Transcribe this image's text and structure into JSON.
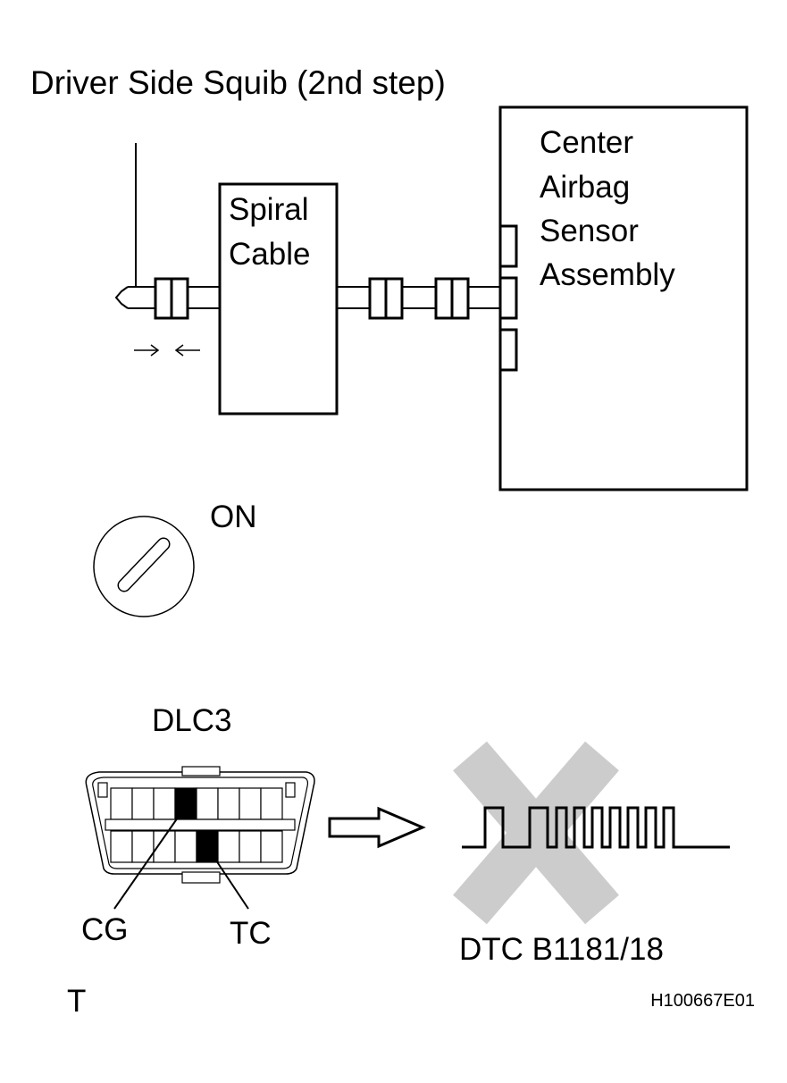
{
  "squib": {
    "title": "Driver Side Squib (2nd step)"
  },
  "spiral_cable": {
    "line1": "Spiral",
    "line2": "Cable"
  },
  "sensor": {
    "line1": "Center",
    "line2": "Airbag",
    "line3": "Sensor",
    "line4": "Assembly"
  },
  "ignition": {
    "label": "ON"
  },
  "dlc": {
    "title": "DLC3",
    "pin_cg": "CG",
    "pin_tc": "TC"
  },
  "dtc": {
    "label": "DTC B1181/18",
    "overlay_color": "#cccccc"
  },
  "footer": {
    "left_mark": "T",
    "figure_code": "H100667E01"
  }
}
